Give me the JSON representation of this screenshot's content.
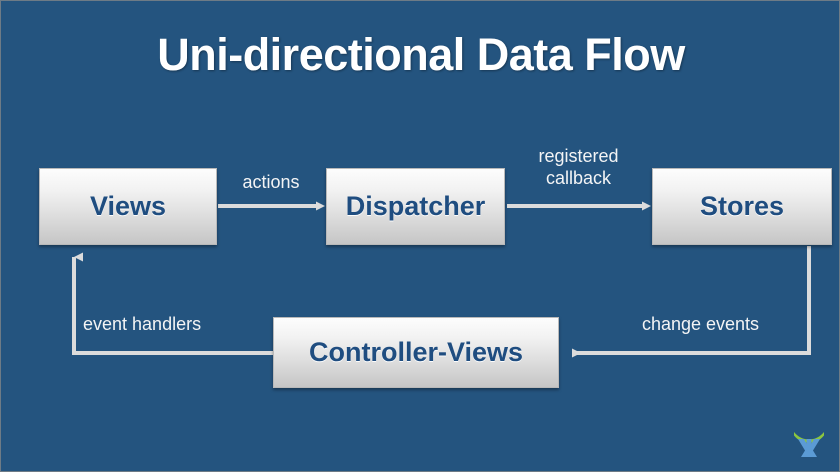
{
  "slide": {
    "title": "Uni-directional Data Flow",
    "background_color": "#24547f",
    "title_color": "#ffffff",
    "node_text_color": "#1f4d80",
    "edge_color": "#dcdcdc"
  },
  "nodes": [
    {
      "id": "views",
      "label": "Views"
    },
    {
      "id": "dispatcher",
      "label": "Dispatcher"
    },
    {
      "id": "stores",
      "label": "Stores"
    },
    {
      "id": "controller",
      "label": "Controller-Views"
    }
  ],
  "edges": [
    {
      "id": "views-to-dispatcher",
      "label": "actions",
      "from": "views",
      "to": "dispatcher"
    },
    {
      "id": "dispatcher-to-stores",
      "label": "registered\ncallback",
      "from": "dispatcher",
      "to": "stores"
    },
    {
      "id": "stores-to-controller",
      "label": "change events",
      "from": "stores",
      "to": "controller"
    },
    {
      "id": "controller-to-views",
      "label": "event handlers",
      "from": "controller",
      "to": "views"
    }
  ],
  "logo": {
    "name": "brand-logo",
    "arc_color": "#8cc63f",
    "mark_color": "#5b9bd5"
  }
}
